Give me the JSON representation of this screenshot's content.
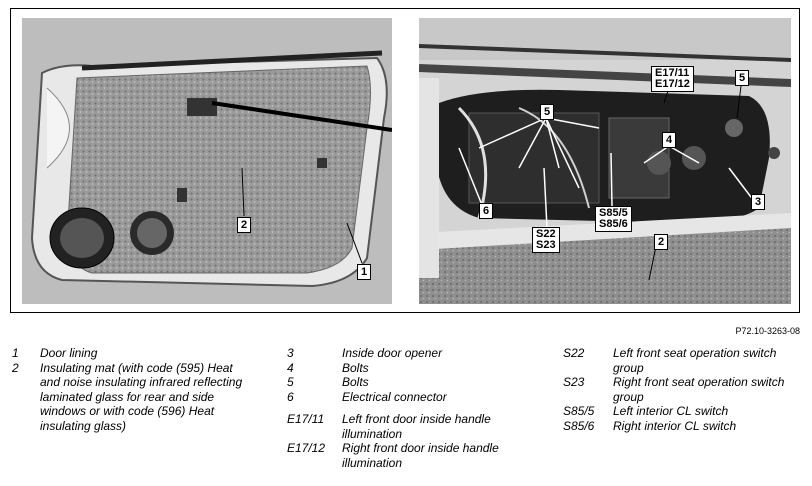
{
  "callouts": {
    "left": [
      "1",
      "2"
    ],
    "right": [
      "E17/11\nE17/12",
      "5",
      "5",
      "4",
      "6",
      "S22\nS23",
      "S85/5\nS85/6",
      "3",
      "2"
    ]
  },
  "figure_ref": "P72.10-3263-08",
  "legend": {
    "col1": [
      {
        "key": "1",
        "text": "Door lining"
      },
      {
        "key": "2",
        "text": "Insulating mat (with code (595) Heat and noise insulating infrared reflecting laminated glass for rear and side windows or with code (596) Heat insulating glass)"
      }
    ],
    "col2": [
      {
        "key": "3",
        "text": "Inside door opener"
      },
      {
        "key": "4",
        "text": "Bolts"
      },
      {
        "key": "5",
        "text": "Bolts"
      },
      {
        "key": "6",
        "text": "Electrical connector"
      },
      {
        "key": "E17/11",
        "text": "Left front door inside handle illumination"
      },
      {
        "key": "E17/12",
        "text": "Right front door inside handle illumination"
      }
    ],
    "col3": [
      {
        "key": "S22",
        "text": "Left front seat operation switch group"
      },
      {
        "key": "S23",
        "text": "Right front seat operation switch group"
      },
      {
        "key": "S85/5",
        "text": "Left interior CL switch"
      },
      {
        "key": "S85/6",
        "text": "Right interior CL switch"
      }
    ]
  }
}
